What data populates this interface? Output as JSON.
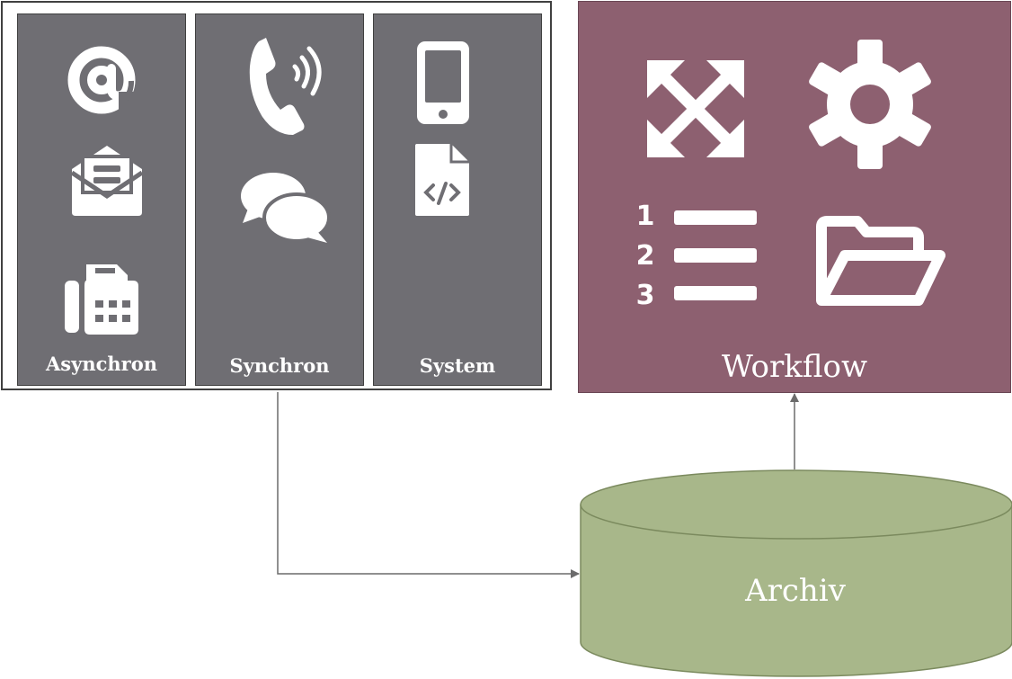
{
  "panels": {
    "asynchron": {
      "label": "Asynchron",
      "icons": [
        "at-sign-icon",
        "email-envelope-icon",
        "fax-machine-icon"
      ]
    },
    "synchron": {
      "label": "Synchron",
      "icons": [
        "phone-handset-icon",
        "chat-bubbles-icon"
      ]
    },
    "system": {
      "label": "System",
      "icons": [
        "mobile-phone-icon",
        "code-file-icon"
      ]
    }
  },
  "workflow": {
    "label": "Workflow",
    "icons": [
      "expand-arrows-icon",
      "gear-icon",
      "numbered-list-icon",
      "open-folder-icon"
    ],
    "color": "#8d6070"
  },
  "archive": {
    "label": "Archiv",
    "color": "#a8b78a"
  },
  "colors": {
    "panel": "#6f6e73",
    "connector": "#6b6b6b"
  }
}
